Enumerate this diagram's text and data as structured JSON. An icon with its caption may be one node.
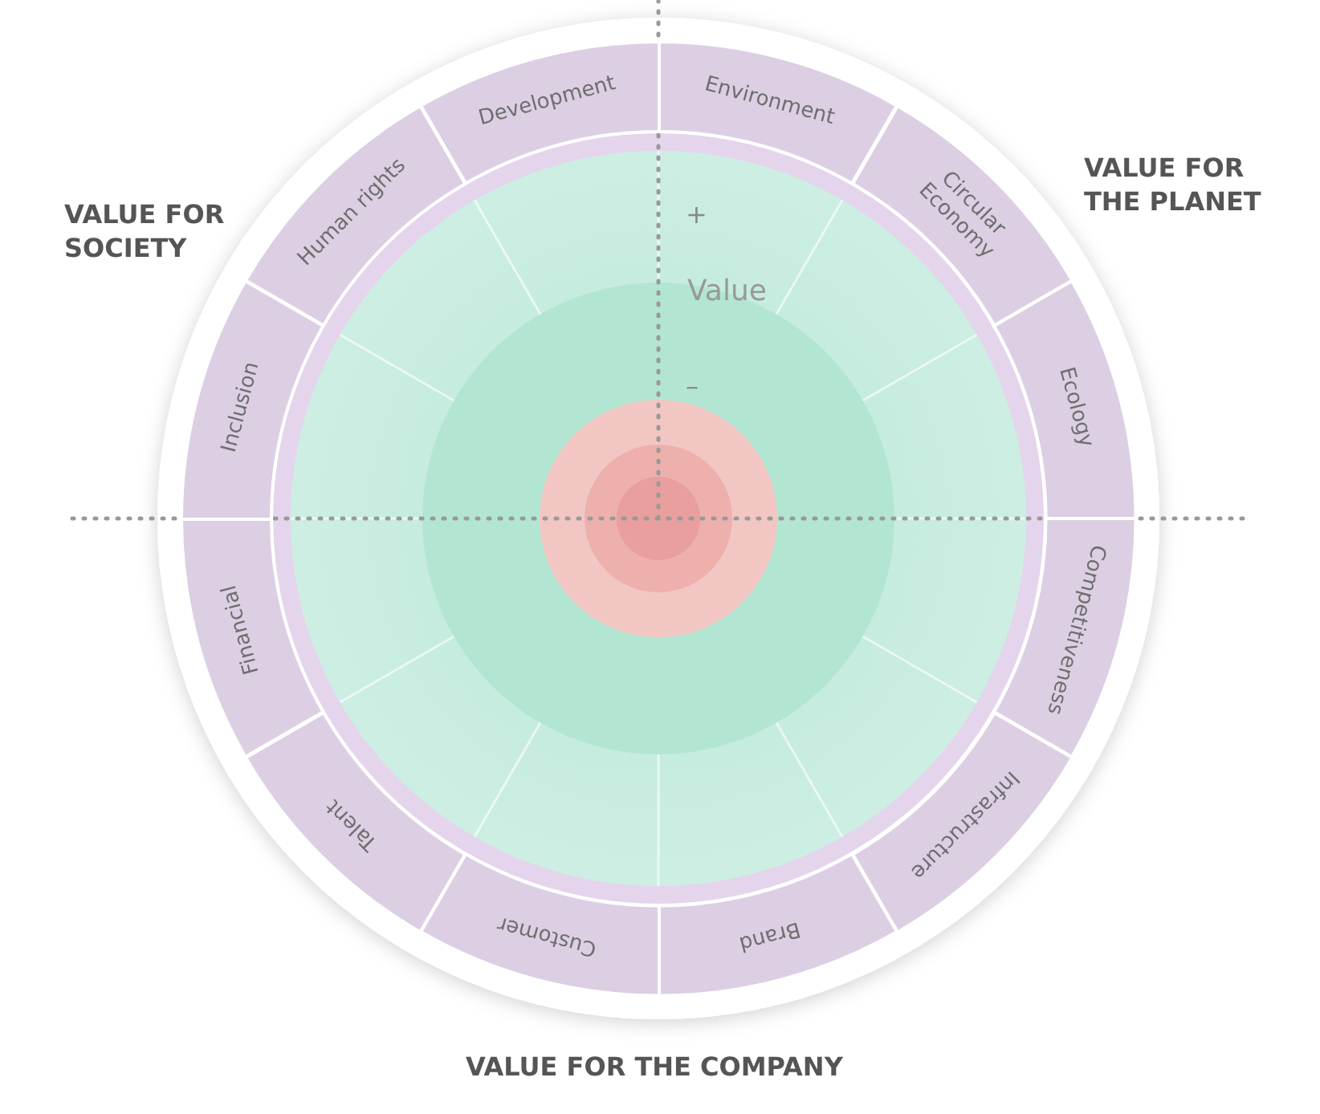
{
  "diagram": {
    "nodes": [
      {
        "text": [
          "Environment"
        ]
      },
      {
        "text": [
          "Circular Economy"
        ]
      },
      {
        "text": [
          "Ecology"
        ]
      },
      {
        "text": [
          "Competitiveness"
        ]
      },
      {
        "text": [
          "Infrastructure"
        ]
      },
      {
        "text": [
          "Brand"
        ]
      },
      {
        "text": [
          "Customer"
        ]
      },
      {
        "text": [
          "Talent"
        ]
      },
      {
        "text": [
          "Financial"
        ]
      },
      {
        "text": [
          "Inclusion"
        ]
      },
      {
        "text": [
          "Human rights"
        ]
      },
      {
        "text": [
          "Development"
        ]
      }
    ],
    "labels": [
      "VALUE FOR SOCIETY",
      "VALUE FOR THE PLANET",
      "+",
      "Value",
      "–",
      "VALUE FOR THE COMPANY"
    ]
  }
}
